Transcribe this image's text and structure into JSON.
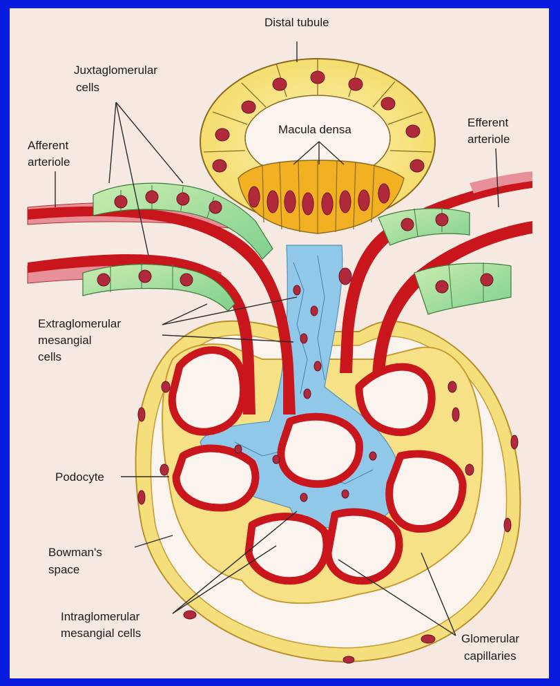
{
  "labels": {
    "distal_tubule": "Distal tubule",
    "juxtaglomerular_1": "Juxtaglomerular",
    "juxtaglomerular_2": "cells",
    "afferent_1": "Afferent",
    "afferent_2": "arteriole",
    "macula_densa": "Macula densa",
    "efferent_1": "Efferent",
    "efferent_2": "arteriole",
    "extraglomerular_1": "Extraglomerular",
    "extraglomerular_2": "mesangial",
    "extraglomerular_3": "cells",
    "podocyte": "Podocyte",
    "bowmans_1": "Bowman's",
    "bowmans_2": "space",
    "intraglomerular_1": "Intraglomerular",
    "intraglomerular_2": "mesangial cells",
    "glomerular_1": "Glomerular",
    "glomerular_2": "capillaries"
  },
  "colors": {
    "border": "#0a1be0",
    "background": "#f5e9e2",
    "tubule_cell": "#f8e27a",
    "macula_densa_cell": "#f2b023",
    "nucleus": "#b12a3c",
    "juxtaglomerular_cell": "#9fdc8e",
    "mesangial": "#8fc8e8",
    "capillary": "#c8161c",
    "bowman_capsule": "#f6e48c"
  }
}
